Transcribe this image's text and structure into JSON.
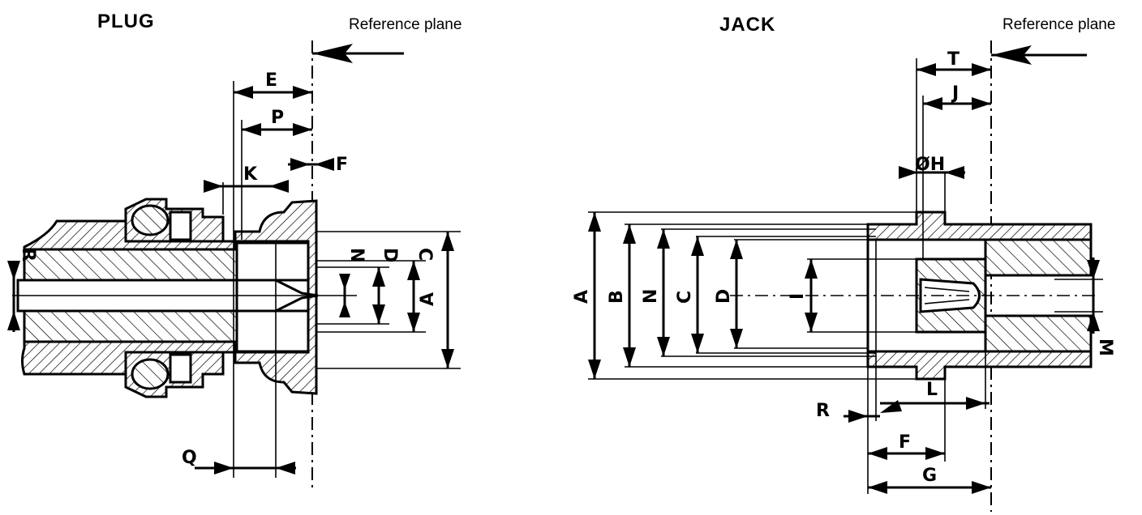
{
  "plug": {
    "title": "PLUG",
    "reference": "Reference plane",
    "dims": {
      "E": "E",
      "P": "P",
      "F": "F",
      "K": "K",
      "R": "R",
      "N": "N",
      "D": "D",
      "C": "C",
      "A": "A",
      "Q": "Q"
    }
  },
  "jack": {
    "title": "JACK",
    "reference": "Reference plane",
    "dims": {
      "T": "T",
      "J": "J",
      "H": "ØH",
      "A": "A",
      "B": "B",
      "N": "N",
      "C": "C",
      "D": "D",
      "I": "I",
      "M": "M",
      "R": "R",
      "L": "L",
      "F": "F",
      "G": "G"
    }
  }
}
